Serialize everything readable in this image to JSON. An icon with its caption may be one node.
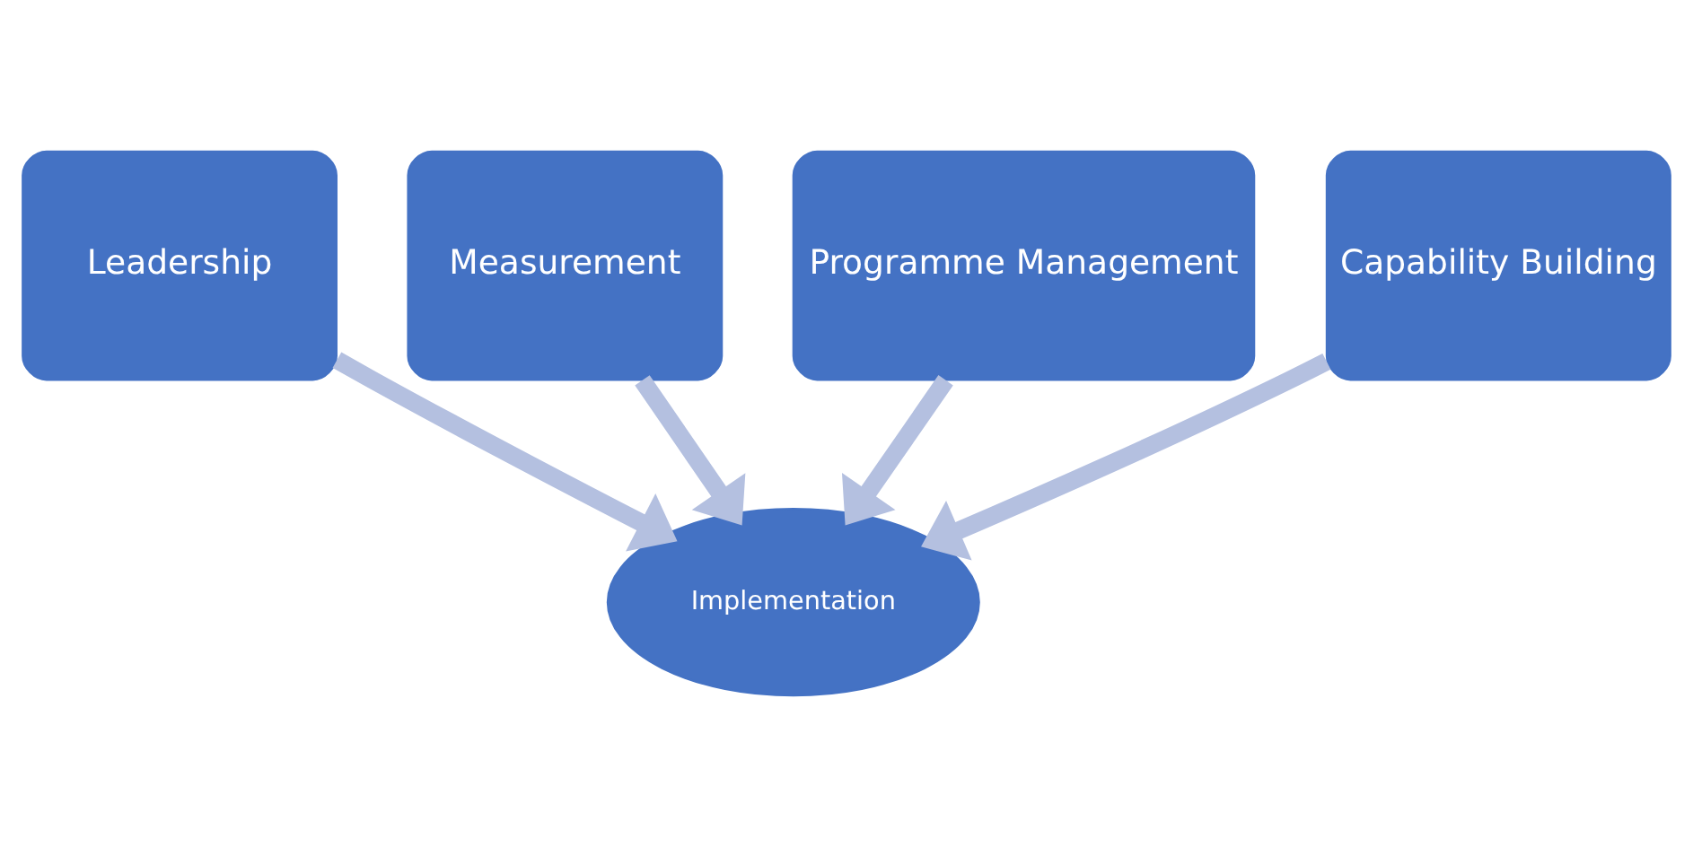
{
  "diagram": {
    "nodes": [
      {
        "text": [
          "Leadership"
        ]
      },
      {
        "text": [
          "Measurement"
        ]
      },
      {
        "text": [
          "Programme Management"
        ]
      },
      {
        "text": [
          "Capability Building"
        ]
      },
      {
        "text": [
          "Implementation"
        ]
      }
    ],
    "edges": [
      {
        "from": 0,
        "to": 4,
        "arrow": "to"
      },
      {
        "from": 1,
        "to": 4,
        "arrow": "to"
      },
      {
        "from": 2,
        "to": 4,
        "arrow": "to"
      },
      {
        "from": 3,
        "to": 4,
        "arrow": "to"
      }
    ]
  }
}
